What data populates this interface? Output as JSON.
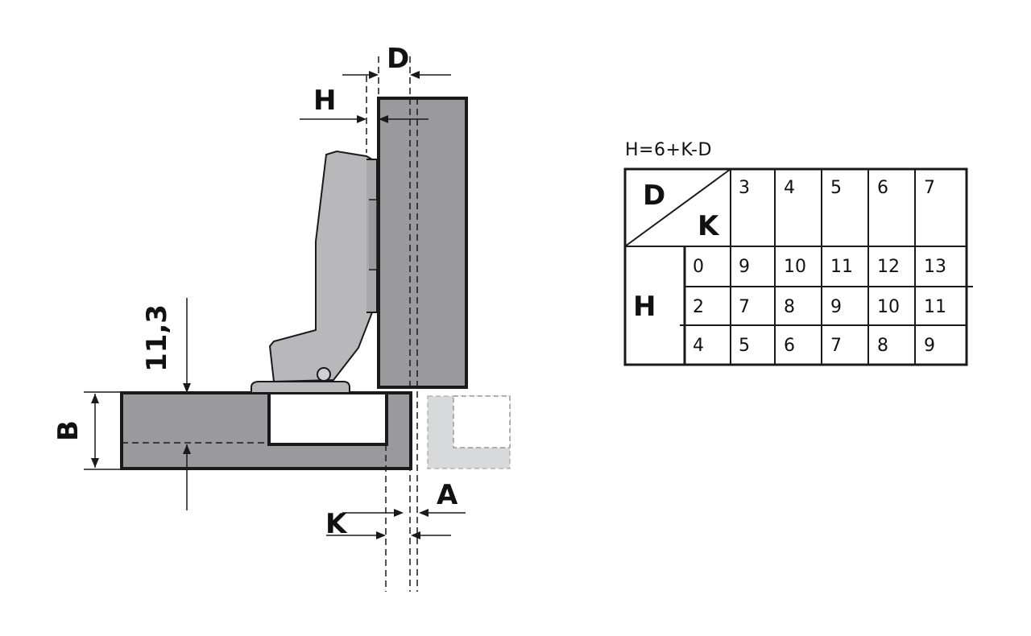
{
  "labels": {
    "D": "D",
    "H": "H",
    "dim_11_3": "11,3",
    "B": "B",
    "K": "K",
    "A": "A"
  },
  "formula": "H=6+K-D",
  "table": {
    "corner_top": "D",
    "corner_bottom": "K",
    "row_header": "H",
    "d_values": [
      "3",
      "4",
      "5",
      "6",
      "7"
    ],
    "k_values": [
      "0",
      "2",
      "4"
    ],
    "h_values": [
      [
        "9",
        "10",
        "11",
        "12",
        "13"
      ],
      [
        "7",
        "8",
        "9",
        "10",
        "11"
      ],
      [
        "5",
        "6",
        "7",
        "8",
        "9"
      ]
    ]
  }
}
